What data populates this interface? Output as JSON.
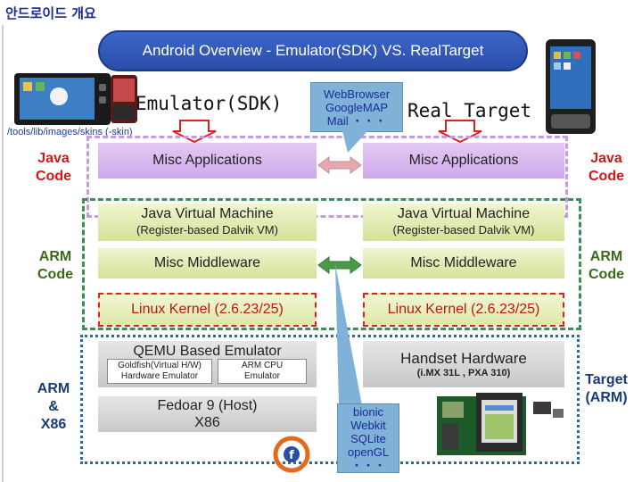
{
  "page": {
    "title": "안드로이드 개요"
  },
  "banner": {
    "text": "Android Overview - Emulator(SDK) VS. RealTarget"
  },
  "labels": {
    "emulator": "Emulator(SDK)",
    "real_target": "Real Target",
    "skins_path": "/tools/lib/images/skins (-skin)"
  },
  "callout_top": {
    "lines": [
      "WebBrowser",
      "GoogleMAP",
      "Mail ・・・"
    ]
  },
  "callout_bottom": {
    "lines": [
      "bionic",
      "Webkit",
      "SQLite",
      "openGL",
      "・・・"
    ]
  },
  "left_stack": {
    "misc_apps": "Misc Applications",
    "jvm": "Java Virtual Machine",
    "jvm_sub": "(Register-based Dalvik VM)",
    "middleware": "Misc Middleware",
    "kernel": "Linux Kernel (2.6.23/25)",
    "qemu": "QEMU Based Emulator",
    "goldfish": [
      "Goldfish(Virtual H/W)",
      "Hardware Emulator"
    ],
    "arm_cpu": [
      "ARM CPU",
      "Emulator"
    ],
    "fedora": "Fedoar 9 (Host)",
    "x86": "X86"
  },
  "right_stack": {
    "misc_apps": "Misc Applications",
    "jvm": "Java Virtual Machine",
    "jvm_sub": "(Register-based Dalvik VM)",
    "middleware": "Misc Middleware",
    "kernel": "Linux Kernel (2.6.23/25)",
    "handset": "Handset Hardware",
    "handset_sub": "(i.MX 31L , PXA 310)"
  },
  "side_labels": {
    "left_java": [
      "Java",
      "Code"
    ],
    "left_arm": [
      "ARM",
      "Code"
    ],
    "left_armx86": [
      "ARM",
      "&",
      "X86"
    ],
    "right_java": [
      "Java",
      "Code"
    ],
    "right_arm": [
      "ARM",
      "Code"
    ],
    "right_target": [
      "Target",
      "(ARM)"
    ]
  },
  "colors": {
    "banner": "#2a4ea8",
    "java_code": "#d01818",
    "arm_code": "#3a6a1a",
    "target": "#1a3a7a",
    "purple_dash": "#c79be0",
    "green_dash": "#3a8f5a",
    "blue_dots": "#2a6a9a"
  },
  "icons": [
    "tablet-icon",
    "phone-icon",
    "g1-phone-icon",
    "fedora-logo-icon",
    "dev-board-icon"
  ]
}
